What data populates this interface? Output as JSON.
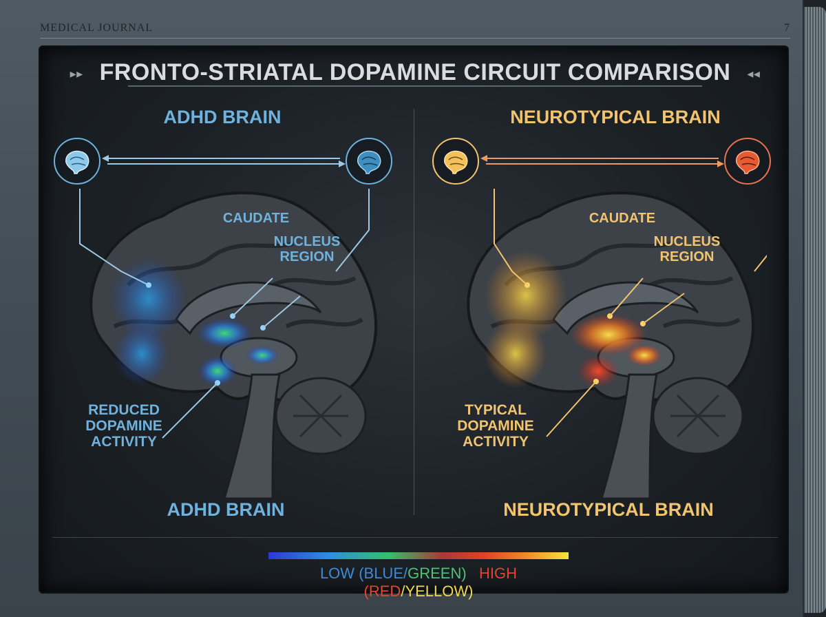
{
  "journal": {
    "title": "MEDICAL JOURNAL",
    "page_number": "7"
  },
  "title": {
    "arrows_left": "▸▸",
    "text": "FRONTO-STRIATAL DOPAMINE CIRCUIT COMPARISON",
    "arrows_right": "◂◂"
  },
  "left": {
    "heading": "ADHD BRAIN",
    "caudate_label": "CAUDATE",
    "nucleus_label_1": "NUCLEUS",
    "nucleus_label_2": "REGION",
    "activity_1": "REDUCED",
    "activity_2": "DOPAMINE",
    "activity_3": "ACTIVITY",
    "footer_heading": "ADHD BRAIN",
    "accent_color": "#6fb2dd",
    "activity_level": "low"
  },
  "right": {
    "heading": "NEUROTYPICAL BRAIN",
    "caudate_label": "CAUDATE",
    "nucleus_label_1": "NUCLEUS",
    "nucleus_label_2": "REGION",
    "activity_1": "TYPICAL",
    "activity_2": "DOPAMINE",
    "activity_3": "ACTIVITY",
    "footer_heading": "NEUROTYPICAL BRAIN",
    "accent_color": "#f2c46f",
    "activity_level": "high"
  },
  "legend": {
    "low": "LOW",
    "low_open": "(",
    "blue": "BLUE",
    "slash_1": "/",
    "green": "GREEN",
    "low_close": ")",
    "high": "HIGH",
    "high_open": "(",
    "red": "RED",
    "slash_2": "/",
    "yellow": "YELLOW",
    "high_close": ")"
  }
}
